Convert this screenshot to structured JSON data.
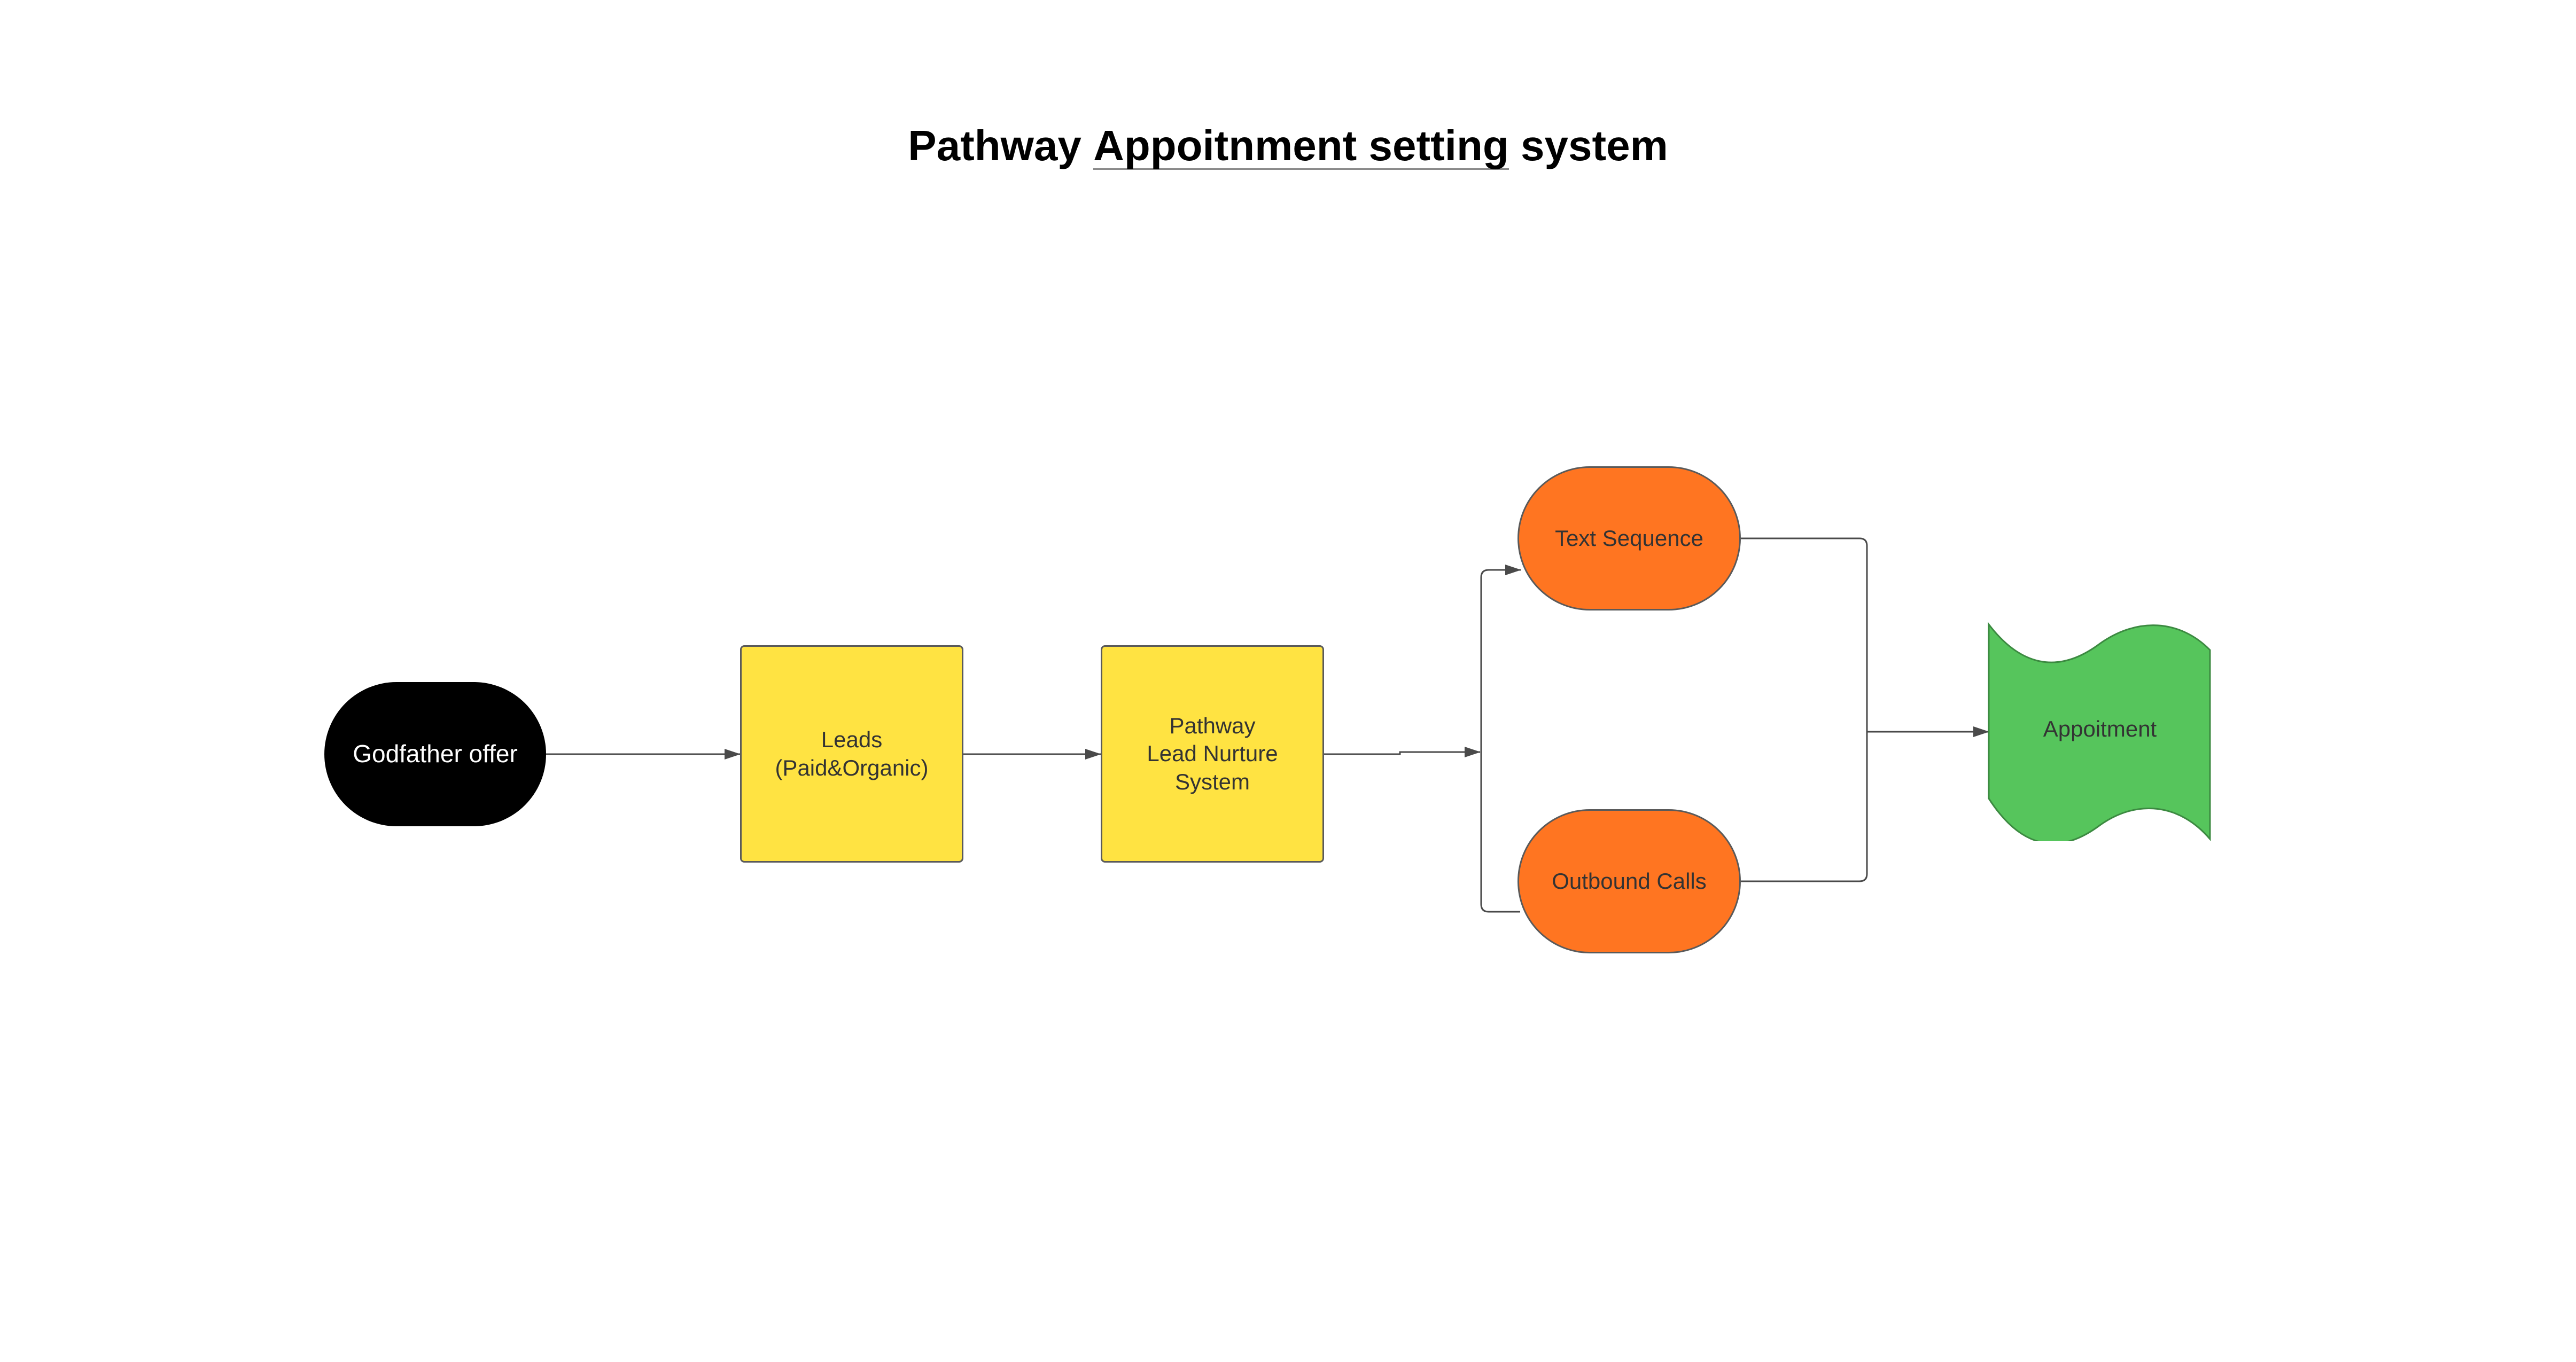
{
  "title": {
    "prefix": "Pathway ",
    "underlined": "Appoitnment setting",
    "suffix": " system"
  },
  "nodes": {
    "godfather_offer": {
      "label": "Godfather offer",
      "fill": "#000000",
      "text_color": "#ffffff"
    },
    "leads": {
      "label": "Leads\n(Paid&Organic)",
      "fill": "#ffe342"
    },
    "lead_nurture": {
      "label": "Pathway\nLead Nurture\nSystem",
      "fill": "#ffe342"
    },
    "text_sequence": {
      "label": "Text Sequence",
      "fill": "#ff7521"
    },
    "outbound_calls": {
      "label": "Outbound Calls",
      "fill": "#ff7521"
    },
    "appointment": {
      "label": "Appoitment",
      "fill": "#56c55c"
    }
  },
  "colors": {
    "connector": "#4a4a4a",
    "border": "#5a5a5a",
    "underline": "#8a8a8a"
  }
}
